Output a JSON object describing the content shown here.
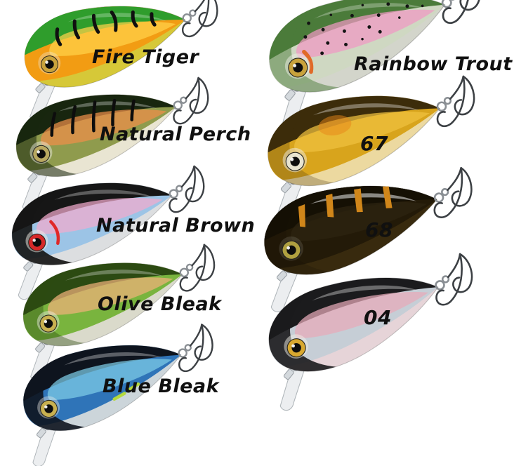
{
  "image": {
    "description": "Nine miniature crankbait fishing lures shown in two columns, each with its color-pattern name handwritten beside it",
    "background": "#ffffff",
    "label_color": "#101010"
  },
  "lures": [
    {
      "label": "Fire Tiger",
      "pattern": "tiger",
      "head_shade": 0,
      "gloss": 0.26,
      "cheek": 0.35,
      "colors": {
        "back": "#2f9d2c",
        "mid": "#f29c13",
        "belly": "#d6c838",
        "band": "#ffd24a",
        "eye": "#c8a23c",
        "accent": "#101010"
      }
    },
    {
      "label": "Natural Perch",
      "pattern": "perch",
      "head_shade": 0.55,
      "gloss": 0.3,
      "cheek": 0.45,
      "colors": {
        "back": "#18260f",
        "mid": "#8f9b4d",
        "belly": "#e9e5d2",
        "band": "#ef8f4a",
        "eye": "#b8a860",
        "accent": "#0d0d0d"
      }
    },
    {
      "label": "Natural Brown",
      "pattern": "gill",
      "head_shade": 0.92,
      "gloss": 0.3,
      "cheek": 0.5,
      "colors": {
        "back": "#161616",
        "mid": "#9cc4e6",
        "belly": "#dcdee0",
        "band": "#f2aacd",
        "eye": "#d62929",
        "accent": "#e02828"
      }
    },
    {
      "label": "Olive Bleak",
      "pattern": "none",
      "head_shade": 0.4,
      "gloss": 0.3,
      "cheek": 0.45,
      "colors": {
        "back": "#2c4a12",
        "mid": "#79b43e",
        "belly": "#dadacb",
        "band": "#f0b27a",
        "eye": "#c8b050",
        "accent": "#000000"
      }
    },
    {
      "label": "Blue Bleak",
      "pattern": "bleak",
      "head_shade": 0.9,
      "gloss": 0.32,
      "cheek": 0.4,
      "colors": {
        "back": "#0e141e",
        "mid": "#2f74b8",
        "belly": "#ccd5da",
        "band": "#7ecde8",
        "eye": "#c8b050",
        "accent": "#b4d83c"
      }
    },
    {
      "label": "Rainbow Trout",
      "pattern": "trout",
      "head_shade": 0.5,
      "gloss": 0.28,
      "cheek": 0.5,
      "colors": {
        "back": "#4b7b3a",
        "mid": "#cfd8c2",
        "belly": "#d3d5cb",
        "band": "#f098c4",
        "eye": "#c8a23c",
        "accent": "#141414",
        "accent2": "#e06a28"
      }
    },
    {
      "label": "67",
      "pattern": "blush",
      "head_shade": 0.25,
      "gloss": 0.35,
      "cheek": 0.5,
      "colors": {
        "back": "#3c2c0a",
        "mid": "#d8a41c",
        "belly": "#ecd9a0",
        "band": "#f0c040",
        "eye": "#e8e4d0",
        "accent": "#e88618"
      }
    },
    {
      "label": "68",
      "pattern": "wasp",
      "head_shade": 0.2,
      "gloss": 0.5,
      "cheek": 0.12,
      "colors": {
        "back": "#151004",
        "mid": "#231a08",
        "belly": "#382a0e",
        "band": "#2e2410",
        "eye": "#b0a040",
        "accent": "#d0861a"
      }
    },
    {
      "label": "04",
      "pattern": "none",
      "head_shade": 0.9,
      "gloss": 0.35,
      "cheek": 0.5,
      "colors": {
        "back": "#1b1b1d",
        "mid": "#c6ced6",
        "belly": "#e6d4d8",
        "band": "#e8aab8",
        "eye": "#d8a830",
        "accent": "#000000"
      }
    }
  ]
}
